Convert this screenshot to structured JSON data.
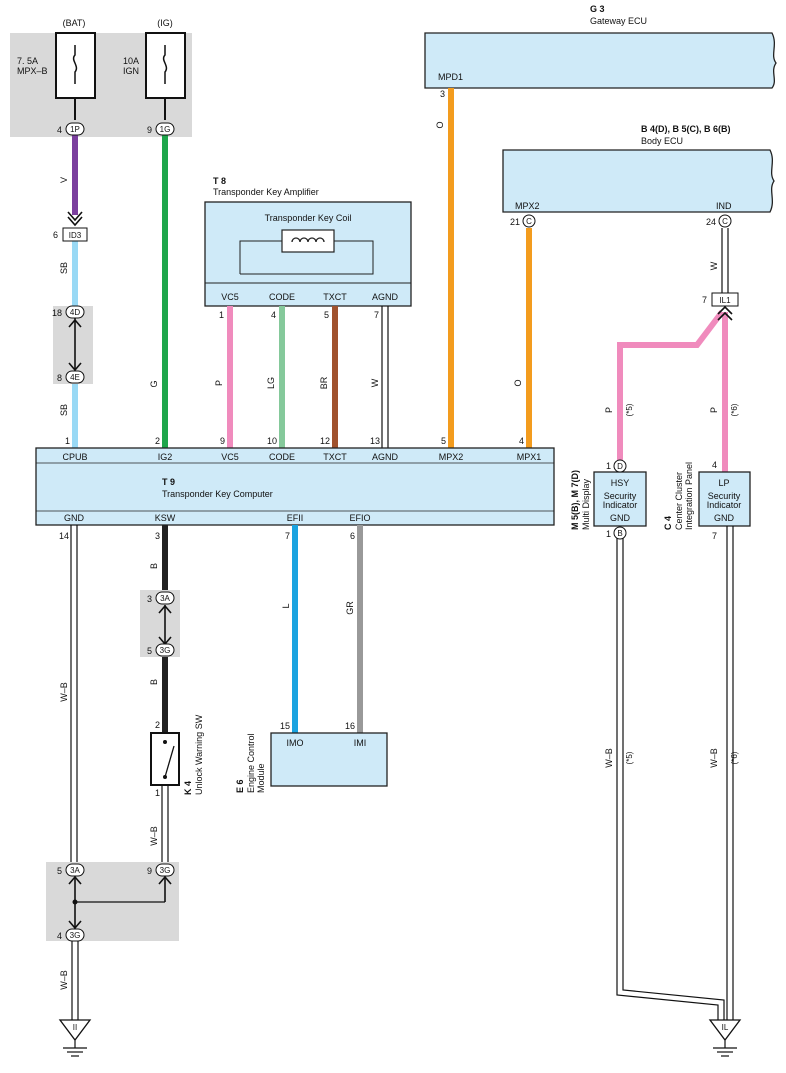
{
  "fuses": [
    {
      "source": "(BAT)",
      "rating": "7. 5A",
      "name": "MPX–B",
      "pin": "4",
      "conn": "1P"
    },
    {
      "source": "(IG)",
      "rating": "10A",
      "name": "IGN",
      "pin": "9",
      "conn": "1G"
    }
  ],
  "gateway": {
    "code": "G 3",
    "name": "Gateway ECU",
    "term": "MPD1",
    "pin": "3",
    "wire": "O"
  },
  "body_ecu": {
    "code": "B 4(D), B 5(C), B 6(B)",
    "name": "Body ECU",
    "terms": [
      {
        "name": "MPX2",
        "pin": "21",
        "conn": "C"
      },
      {
        "name": "IND",
        "pin": "24",
        "conn": "C"
      }
    ]
  },
  "amplifier": {
    "code": "T 8",
    "name": "Transponder Key Amplifier",
    "coil": "Transponder Key Coil",
    "terms": [
      {
        "name": "VC5",
        "pin": "1",
        "wire": "P"
      },
      {
        "name": "CODE",
        "pin": "4",
        "wire": "LG"
      },
      {
        "name": "TXCT",
        "pin": "5",
        "wire": "BR"
      },
      {
        "name": "AGND",
        "pin": "7",
        "wire": "W"
      }
    ]
  },
  "computer": {
    "code": "T 9",
    "name": "Transponder Key Computer",
    "top_terms": [
      {
        "name": "CPUB",
        "pin": "1"
      },
      {
        "name": "IG2",
        "pin": "2"
      },
      {
        "name": "VC5",
        "pin": "9"
      },
      {
        "name": "CODE",
        "pin": "10"
      },
      {
        "name": "TXCT",
        "pin": "12"
      },
      {
        "name": "AGND",
        "pin": "13"
      },
      {
        "name": "MPX2",
        "pin": "5"
      },
      {
        "name": "MPX1",
        "pin": "4"
      }
    ],
    "bottom_terms": [
      {
        "name": "GND",
        "pin": "14"
      },
      {
        "name": "KSW",
        "pin": "3"
      },
      {
        "name": "EFII",
        "pin": "7"
      },
      {
        "name": "EFIO",
        "pin": "6"
      }
    ]
  },
  "junctions": {
    "id3": {
      "pin": "6",
      "conn": "ID3"
    },
    "j4d": {
      "pin": "18",
      "conn": "4D"
    },
    "j4e": {
      "pin": "8",
      "conn": "4E"
    },
    "j3a_top": {
      "pin": "3",
      "conn": "3A"
    },
    "j3g_top": {
      "pin": "5",
      "conn": "3G"
    },
    "j3a_bot": {
      "pin": "5",
      "conn": "3A"
    },
    "j3g_bot": {
      "pin": "9",
      "conn": "3G"
    },
    "j3g_low": {
      "pin": "4",
      "conn": "3G"
    },
    "il1": {
      "pin": "7",
      "conn": "IL1"
    }
  },
  "wires": {
    "bat_v": "V",
    "sb_upper": "SB",
    "sb_lower": "SB",
    "ig_g": "G",
    "mpx2_o": "O",
    "ind_w": "W",
    "p_left": "P",
    "p_left_note": "(*5)",
    "p_right": "P",
    "p_right_note": "(*6)",
    "gnd_wb": "W–B",
    "ksw_b1": "B",
    "ksw_b2": "B",
    "sw_wb": "W–B",
    "efii_l": "L",
    "efio_gr": "GR",
    "ground_wb": "W–B",
    "wb_left": "W–B",
    "wb_left_note": "(*5)",
    "wb_right": "W–B",
    "wb_right_note": "(*6)"
  },
  "unlock_sw": {
    "code": "K 4",
    "name": "Unlock Warning SW",
    "pin_top": "2",
    "pin_bot": "1"
  },
  "engine_module": {
    "code": "E 6",
    "name1": "Engine Control",
    "name2": "Module",
    "terms": [
      {
        "name": "IMO",
        "pin": "15"
      },
      {
        "name": "IMI",
        "pin": "16"
      }
    ]
  },
  "multi_display": {
    "code": "M 5(B), M 7(D)",
    "name": "Multi Display",
    "term_top": "HSY",
    "line1": "Security",
    "line2": "Indicator",
    "term_bot": "GND",
    "pin_top": "1",
    "conn_top": "D",
    "pin_bot": "1",
    "conn_bot": "B"
  },
  "cluster": {
    "code": "C 4",
    "name1": "Center Cluster",
    "name2": "Integration Panel",
    "term_top": "LP",
    "line1": "Security",
    "line2": "Indicator",
    "term_bot": "GND",
    "pin_top": "4",
    "pin_bot": "7"
  },
  "grounds": {
    "left": "II",
    "right": "IL"
  },
  "colors": {
    "box": "#cfeaf8",
    "gray": "#d9d9d9",
    "violet": "#7b3f9e",
    "sky": "#99d9f5",
    "green": "#1ea64b",
    "pink": "#f08bbd",
    "lightgreen": "#85c99b",
    "brown": "#a0522d",
    "orange": "#f39c1e",
    "black": "#222222",
    "blue": "#1aa3e0",
    "grayw": "#999999"
  }
}
